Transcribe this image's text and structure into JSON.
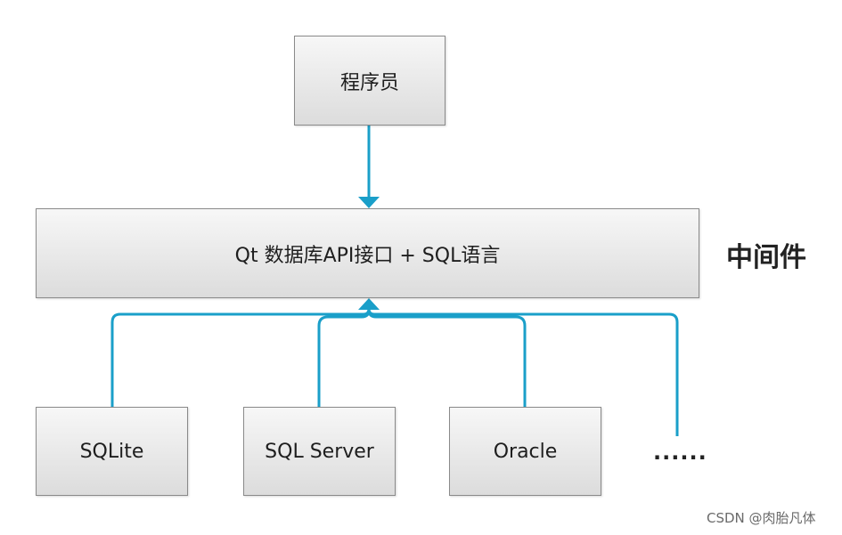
{
  "diagram": {
    "programmer_label": "程序员",
    "middleware_api_label": "Qt 数据库API接口 + SQL语言",
    "middleware_side_label": "中间件",
    "databases": [
      "SQLite",
      "SQL Server",
      "Oracle"
    ],
    "more_label": "......",
    "connector_color": "#1a9fc9"
  },
  "watermark": "CSDN @肉胎凡体"
}
